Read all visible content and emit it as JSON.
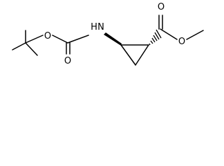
{
  "structure": {
    "atom_labels": {
      "ester_carbonyl_o": "O",
      "ester_alkoxy_o": "O",
      "nitrogen": "H",
      "nitrogen_sym": "N",
      "boc_carbonyl_o": "O",
      "boc_alkoxy_o": "O"
    }
  },
  "colors": {
    "bond": "#000000",
    "background": "#ffffff"
  }
}
